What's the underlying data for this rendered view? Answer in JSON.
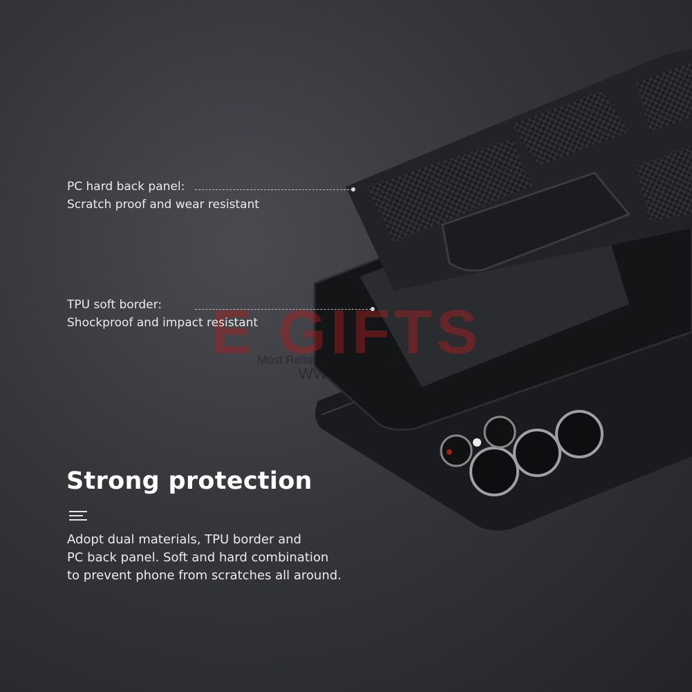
{
  "callouts": [
    {
      "title": "PC hard back panel:",
      "subtitle": "Scratch proof and wear resistant"
    },
    {
      "title": "TPU soft border:",
      "subtitle": "Shockproof and impact resistant"
    }
  ],
  "headline": "Strong protection",
  "description": [
    "Adopt dual materials, TPU border and",
    "PC back panel. Soft and hard combination",
    "to prevent phone from scratches all around."
  ],
  "watermark": {
    "logo": "E GIFTS",
    "tagline": "Most Reliable Phone A",
    "url": "WWW.EGIFTS"
  }
}
